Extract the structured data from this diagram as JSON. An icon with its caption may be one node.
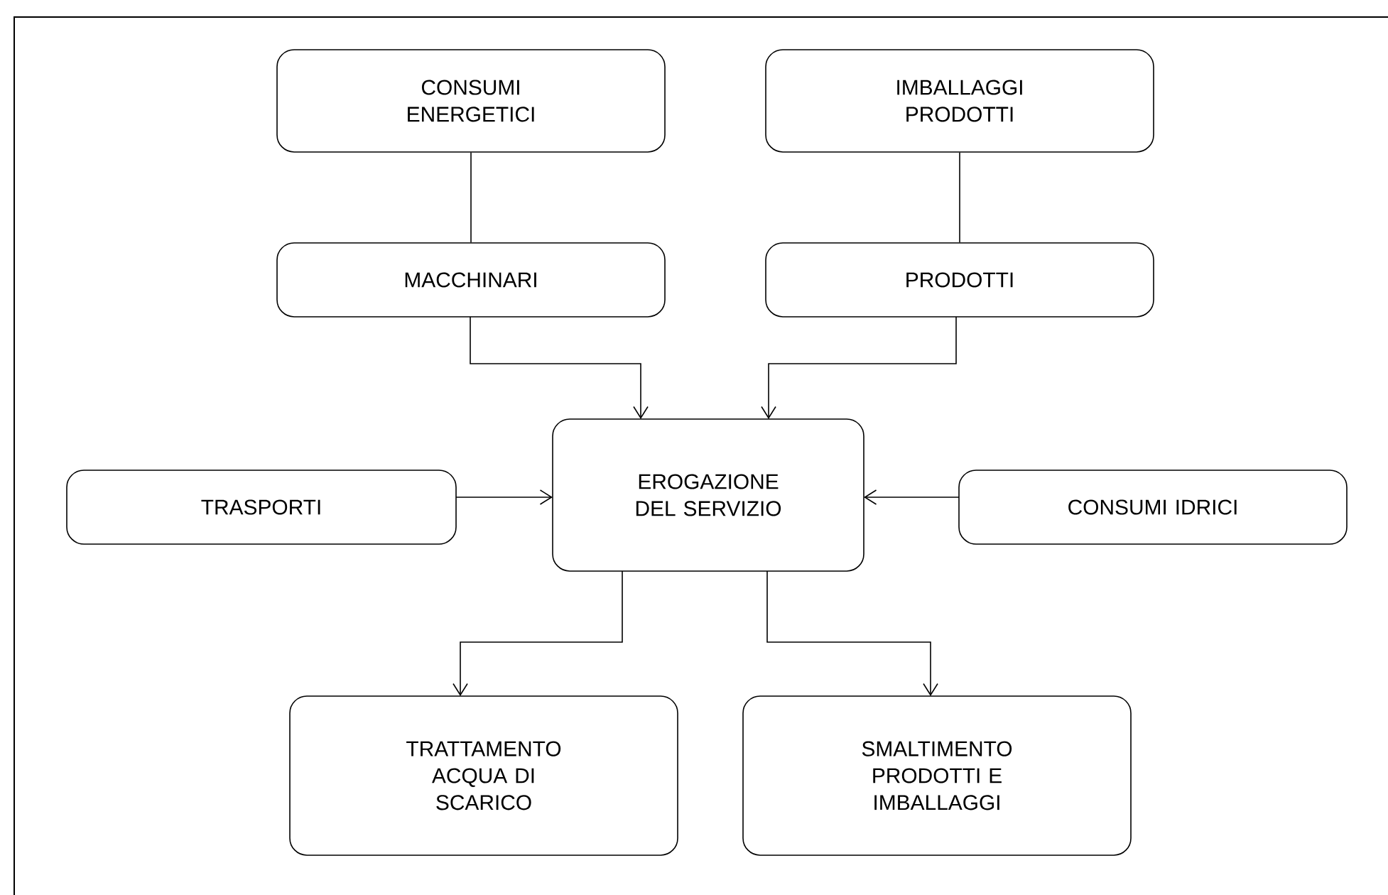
{
  "diagram": {
    "nodes": [
      {
        "text": [
          "CONSUMI ENERGETICI"
        ]
      },
      {
        "text": [
          "IMBALLAGGI PRODOTTI"
        ]
      },
      {
        "text": [
          "MACCHINARI"
        ]
      },
      {
        "text": [
          "PRODOTTI"
        ]
      },
      {
        "text": [
          "EROGAZIONE DEL SERVIZIO"
        ]
      },
      {
        "text": [
          "TRASPORTI"
        ]
      },
      {
        "text": [
          "CONSUMI IDRICI"
        ]
      },
      {
        "text": [
          "TRATTAMENTO ACQUA DI SCARICO"
        ]
      },
      {
        "text": [
          "SMALTIMENTO PRODOTTI E IMBALLAGGI"
        ]
      }
    ],
    "edges": [
      {
        "from": 0,
        "to": 2,
        "arrow": "none"
      },
      {
        "from": 1,
        "to": 3,
        "arrow": "none"
      },
      {
        "from": 2,
        "to": 4,
        "arrow": "to"
      },
      {
        "from": 3,
        "to": 4,
        "arrow": "to"
      },
      {
        "from": 5,
        "to": 4,
        "arrow": "to"
      },
      {
        "from": 6,
        "to": 4,
        "arrow": "to"
      },
      {
        "from": 4,
        "to": 7,
        "arrow": "to"
      },
      {
        "from": 4,
        "to": 8,
        "arrow": "to"
      }
    ]
  }
}
